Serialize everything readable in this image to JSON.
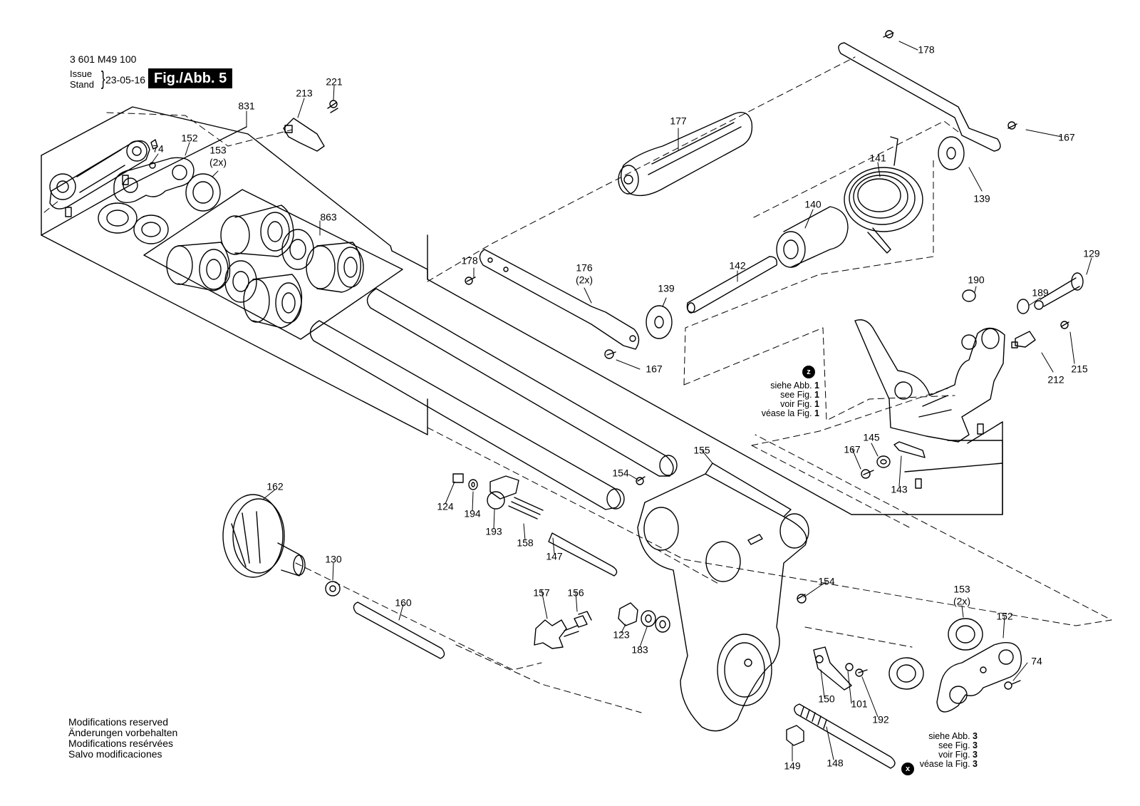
{
  "header": {
    "part_number": "3 601 M49 100",
    "issue_label": "Issue",
    "stand_label": "Stand",
    "issue_date": "23-05-16",
    "figure_label": "Fig./Abb. 5"
  },
  "modifications": [
    "Modifications reserved",
    "Änderungen vorbehalten",
    "Modifications resérvées",
    "Salvo modificaciones"
  ],
  "references": {
    "z": {
      "badge": "z",
      "lines": [
        {
          "text": "siehe Abb. ",
          "num": "1"
        },
        {
          "text": "see Fig. ",
          "num": "1"
        },
        {
          "text": "voir Fig. ",
          "num": "1"
        },
        {
          "text": "véase la Fig. ",
          "num": "1"
        }
      ]
    },
    "x": {
      "badge": "x",
      "lines": [
        {
          "text": "siehe Abb. ",
          "num": "3"
        },
        {
          "text": "see Fig. ",
          "num": "3"
        },
        {
          "text": "voir Fig. ",
          "num": "3"
        },
        {
          "text": "véase la Fig. ",
          "num": "3"
        }
      ]
    }
  },
  "part_labels": {
    "p178a": "178",
    "p167a": "167",
    "p139a": "139",
    "p177": "177",
    "p141": "141",
    "p140": "140",
    "p142": "142",
    "p129": "129",
    "p190": "190",
    "p189": "189",
    "p215": "215",
    "p212": "212",
    "p178b": "178",
    "p176": "176",
    "p176q": "(2x)",
    "p139b": "139",
    "p167b": "167",
    "p831": "831",
    "p213": "213",
    "p221": "221",
    "p74a": "74",
    "p152a": "152",
    "p153a": "153",
    "p153aq": "(2x)",
    "p863": "863",
    "p145": "145",
    "p167c": "167",
    "p143": "143",
    "p155": "155",
    "p154a": "154",
    "p124": "124",
    "p194": "194",
    "p193": "193",
    "p158": "158",
    "p147": "147",
    "p162": "162",
    "p130": "130",
    "p160": "160",
    "p157": "157",
    "p156": "156",
    "p123": "123",
    "p183": "183",
    "p154b": "154",
    "p153b": "153",
    "p153bq": "(2x)",
    "p152b": "152",
    "p74b": "74",
    "p150": "150",
    "p101": "101",
    "p192": "192",
    "p149": "149",
    "p148": "148"
  }
}
